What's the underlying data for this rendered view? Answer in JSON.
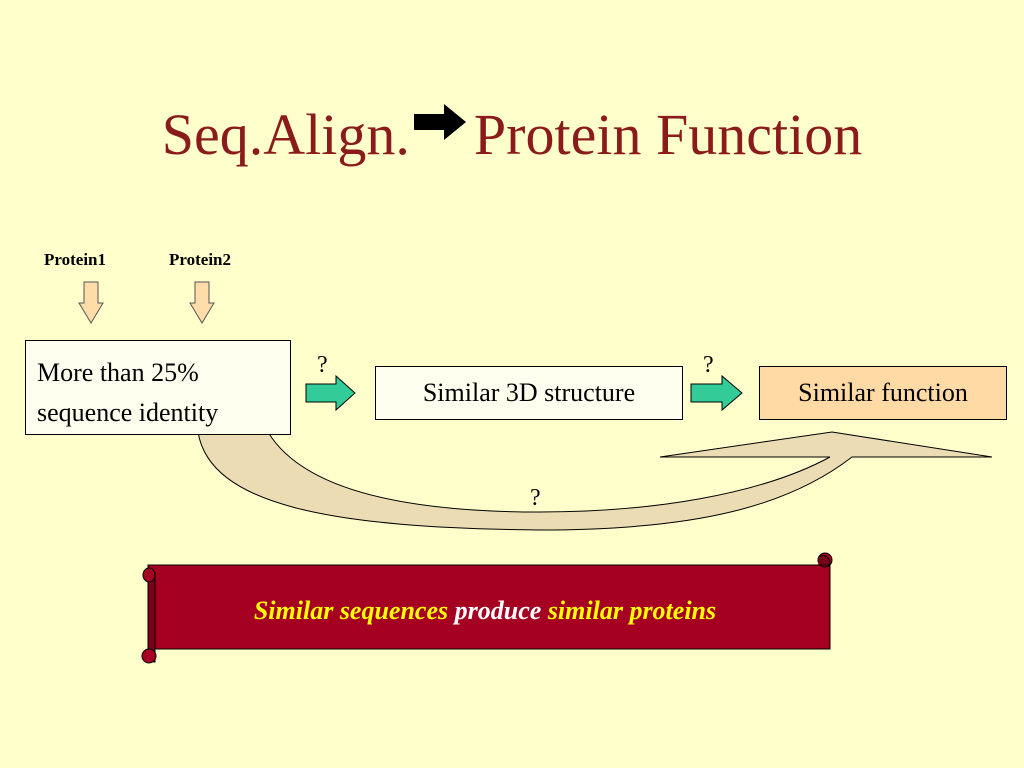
{
  "title": {
    "left": "Seq.Align.",
    "right": "Protein Function",
    "arrow_icon": "right-arrow-icon"
  },
  "labels": {
    "protein1": "Protein1",
    "protein2": "Protein2"
  },
  "boxes": {
    "identity_line1": "More than 25%",
    "identity_line2": "sequence identity",
    "structure": "Similar 3D structure",
    "function": "Similar function"
  },
  "questions": {
    "q1": "?",
    "q2": "?",
    "q3": "?"
  },
  "banner": {
    "part1": "Similar sequences",
    "part2": "produce",
    "part3": "similar proteins"
  },
  "colors": {
    "background": "#ffffcc",
    "title": "#8b1a1a",
    "banner": "#a50021",
    "green_arrow": "#33cc99",
    "function_box": "#ffdaa5",
    "curved_arrow": "#ecdcb4"
  }
}
